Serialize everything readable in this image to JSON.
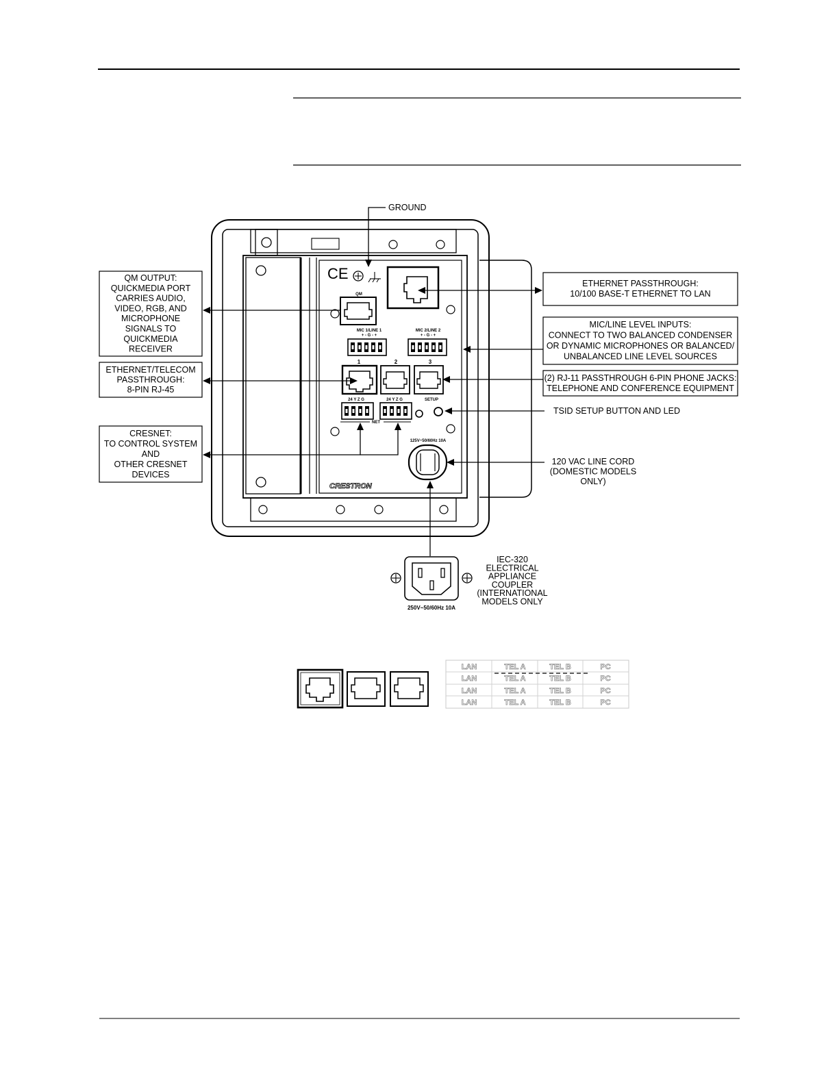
{
  "diagram": {
    "callouts": {
      "ground": "GROUND",
      "qm_output": [
        "QM OUTPUT:",
        "QUICKMEDIA PORT",
        "CARRIES AUDIO,",
        "VIDEO, RGB, AND",
        "MICROPHONE",
        "SIGNALS TO",
        "QUICKMEDIA",
        "RECEIVER"
      ],
      "ethernet_telecom": [
        "ETHERNET/TELECOM",
        "PASSTHROUGH:",
        "8-PIN RJ-45"
      ],
      "cresnet": [
        "CRESNET:",
        "TO CONTROL SYSTEM",
        "AND",
        "OTHER CRESNET",
        "DEVICES"
      ],
      "ethernet_passthrough": [
        "ETHERNET PASSTHROUGH:",
        "10/100 BASE-T ETHERNET TO LAN"
      ],
      "mic_line_inputs": [
        "MIC/LINE LEVEL INPUTS:",
        "CONNECT TO TWO BALANCED CONDENSER",
        "OR DYNAMIC MICROPHONES OR BALANCED/",
        "UNBALANCED LINE LEVEL SOURCES"
      ],
      "rj11": [
        "(2) RJ-11 PASSTHROUGH 6-PIN PHONE JACKS:",
        "TELEPHONE AND CONFERENCE EQUIPMENT"
      ],
      "tsid_setup": "TSID SETUP BUTTON AND LED",
      "line_cord": [
        "120 VAC LINE CORD",
        "(DOMESTIC MODELS",
        "ONLY)"
      ],
      "iec": [
        "IEC-320",
        "ELECTRICAL",
        "APPLIANCE",
        "COUPLER",
        "(INTERNATIONAL",
        "MODELS ONLY"
      ]
    },
    "panel_labels": {
      "qm": "QM",
      "mic1": "MIC 1/LINE 1",
      "mic2": "MIC 2/LINE 2",
      "mic_pins": "+  -  G  -  +",
      "port1": "1",
      "port2": "2",
      "port3": "3",
      "net_pins": "24  Y  Z  G",
      "net": "NET",
      "setup": "SETUP",
      "power_rating": "125V~50/60Hz 10A",
      "brand": "CRESTRON",
      "ce": "CE"
    },
    "iec_rating": "250V~50/60Hz 10A",
    "label_strip": {
      "row": [
        "LAN",
        "TEL A",
        "TEL B",
        "PC"
      ]
    }
  }
}
